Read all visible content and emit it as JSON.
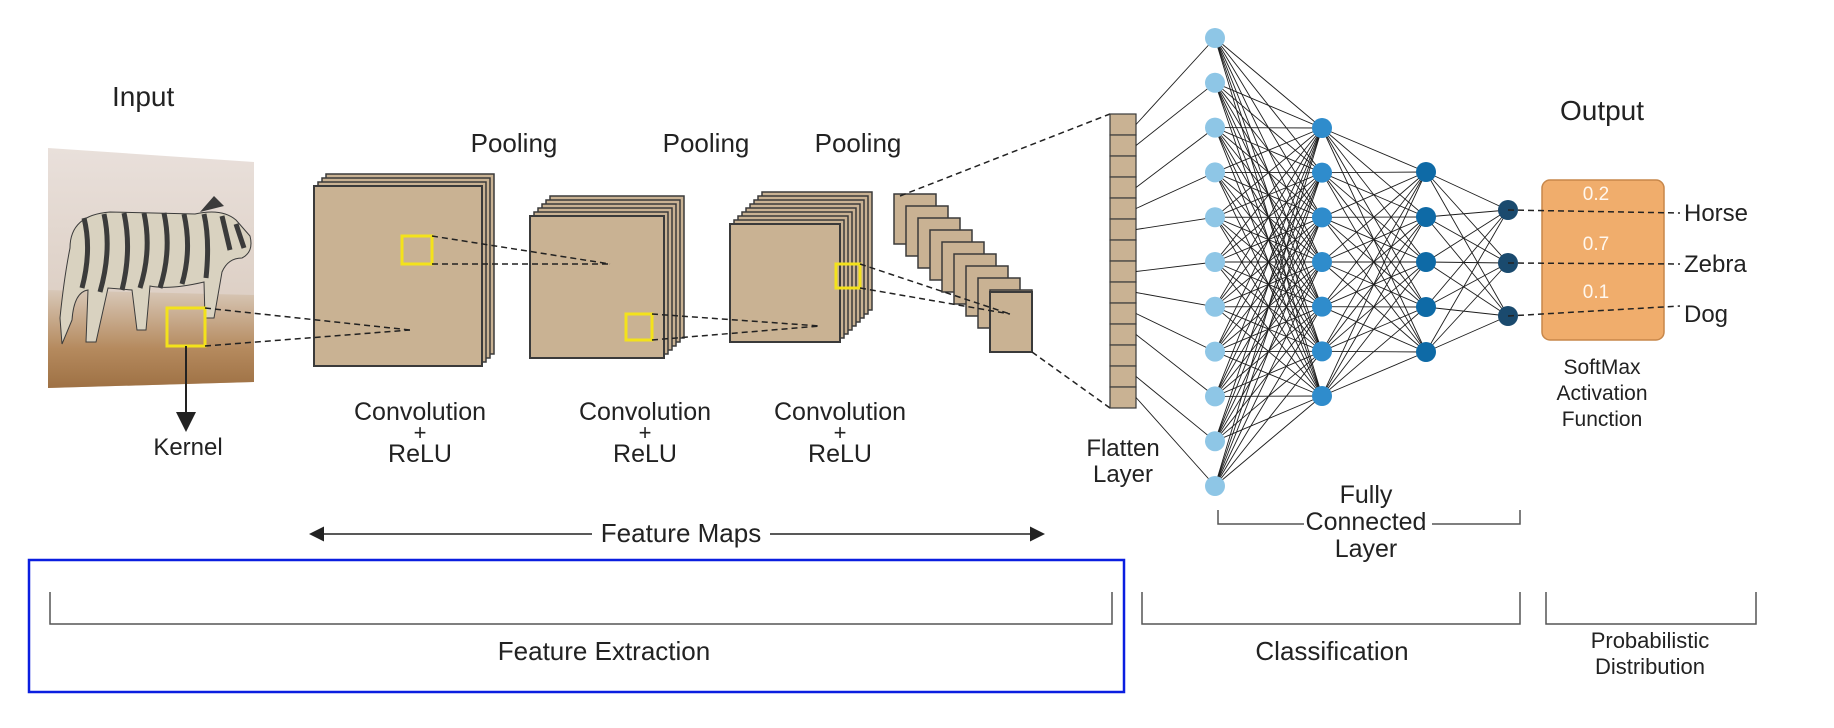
{
  "labels": {
    "input": "Input",
    "kernel": "Kernel",
    "pooling_1": "Pooling",
    "pooling_2": "Pooling",
    "pooling_3": "Pooling",
    "conv_1_line1": "Convolution",
    "conv_1_line2": "+",
    "conv_1_line3": "ReLU",
    "conv_2_line1": "Convolution",
    "conv_2_line2": "+",
    "conv_2_line3": "ReLU",
    "conv_3_line1": "Convolution",
    "conv_3_line2": "+",
    "conv_3_line3": "ReLU",
    "feature_maps": "Feature  Maps",
    "flatten_line1": "Flatten",
    "flatten_line2": "Layer",
    "fc_line1": "Fully",
    "fc_line2": "Connected",
    "fc_line3": "Layer",
    "output": "Output",
    "softmax_line1": "SoftMax",
    "softmax_line2": "Activation",
    "softmax_line3": "Function",
    "feature_extraction": "Feature Extraction",
    "classification": "Classification",
    "prob_line1": "Probabilistic",
    "prob_line2": "Distribution"
  },
  "outputs": [
    {
      "value": "0.2",
      "label": "Horse"
    },
    {
      "value": "0.7",
      "label": "Zebra"
    },
    {
      "value": "0.1",
      "label": "Dog"
    }
  ],
  "colors": {
    "feature_map": "#c9b293",
    "kernel_box": "#f3e21b",
    "neuron_light": "#8ec6e6",
    "neuron_mid": "#2f8ccc",
    "neuron_dark": "#0e6aa6",
    "neuron_output": "#1a4a6e",
    "softmax_box": "#f0ad6c",
    "highlight_box": "#0a1ee0"
  },
  "icons": {
    "input_image": "zebra-image"
  }
}
